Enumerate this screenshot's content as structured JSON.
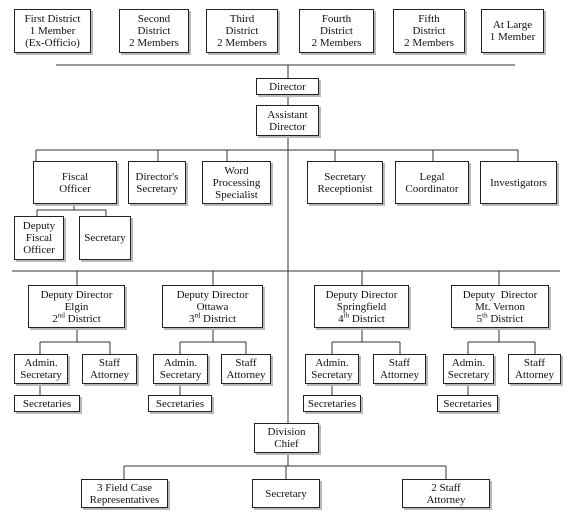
{
  "board": {
    "first": [
      "First District",
      "1 Member",
      "(Ex-Officio)"
    ],
    "second": [
      "Second",
      "District",
      "2 Members"
    ],
    "third": [
      "Third",
      "District",
      "2 Members"
    ],
    "fourth": [
      "Fourth",
      "District",
      "2 Members"
    ],
    "fifth": [
      "Fifth",
      "District",
      "2 Members"
    ],
    "at_large": [
      "At Large",
      "1 Member"
    ]
  },
  "director": "Director",
  "assistant_director": [
    "Assistant",
    "Director"
  ],
  "staff": {
    "fiscal_officer": [
      "Fiscal",
      "Officer"
    ],
    "directors_secretary": [
      "Director's",
      "Secretary"
    ],
    "word_processing": [
      "Word",
      "Processing",
      "Specialist"
    ],
    "secretary_receptionist": [
      "Secretary",
      "Receptionist"
    ],
    "legal_coordinator": [
      "Legal",
      "Coordinator"
    ],
    "investigators": "Investigators",
    "deputy_fiscal_officer": [
      "Deputy",
      "Fiscal",
      "Officer"
    ],
    "fiscal_secretary": "Secretary"
  },
  "districts": [
    {
      "title": [
        "Deputy Director",
        "Elgin"
      ],
      "num": "2",
      "sup": "nd",
      "district": "District"
    },
    {
      "title": [
        "Deputy Director",
        "Ottawa"
      ],
      "num": "3",
      "sup": "rd",
      "district": "District"
    },
    {
      "title": [
        "Deputy Director",
        "Springfield"
      ],
      "num": "4",
      "sup": "th",
      "district": "District"
    },
    {
      "title": [
        "Deputy  Director",
        "Mt. Vernon"
      ],
      "num": "5",
      "sup": "th",
      "district": "District"
    }
  ],
  "district_staff": {
    "admin": [
      "Admin.",
      "Secretary"
    ],
    "attorney": [
      "Staff",
      "Attorney"
    ],
    "secretaries": "Secretaries"
  },
  "division_chief": [
    "Division",
    "Chief"
  ],
  "division": {
    "field_reps": [
      "3 Field Case",
      "Representatives"
    ],
    "secretary": "Secretary",
    "attorneys": [
      "2 Staff",
      "Attorney"
    ]
  }
}
